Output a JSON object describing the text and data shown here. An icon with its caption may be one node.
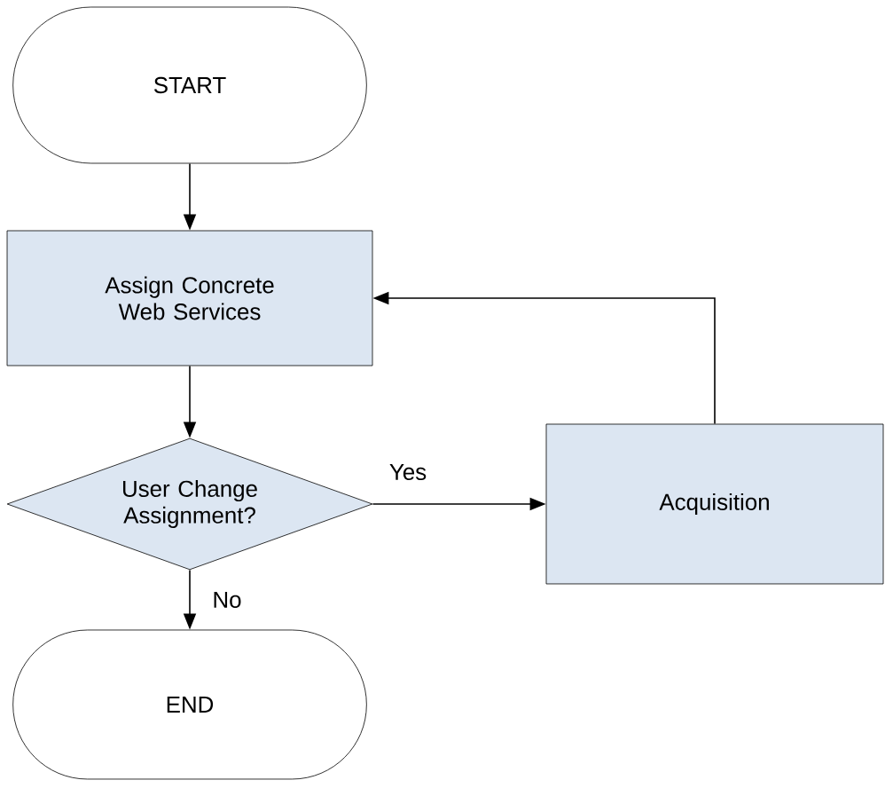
{
  "diagram": {
    "nodes": [
      {
        "text": [
          "START"
        ]
      },
      {
        "text": [
          "Assign Concrete Web Services"
        ]
      },
      {
        "text": [
          "User Change Assignment?"
        ]
      },
      {
        "text": [
          "Acquisition"
        ]
      },
      {
        "text": [
          "END"
        ]
      }
    ],
    "edges": [
      {
        "from": 0,
        "to": 1,
        "arrow": "to"
      },
      {
        "from": 1,
        "to": 2,
        "arrow": "to"
      },
      {
        "from": 2,
        "to": 3,
        "arrow": "to",
        "label": "Yes"
      },
      {
        "from": 2,
        "to": 4,
        "arrow": "to",
        "label": "No"
      },
      {
        "from": 3,
        "to": 1,
        "arrow": "to"
      }
    ]
  }
}
